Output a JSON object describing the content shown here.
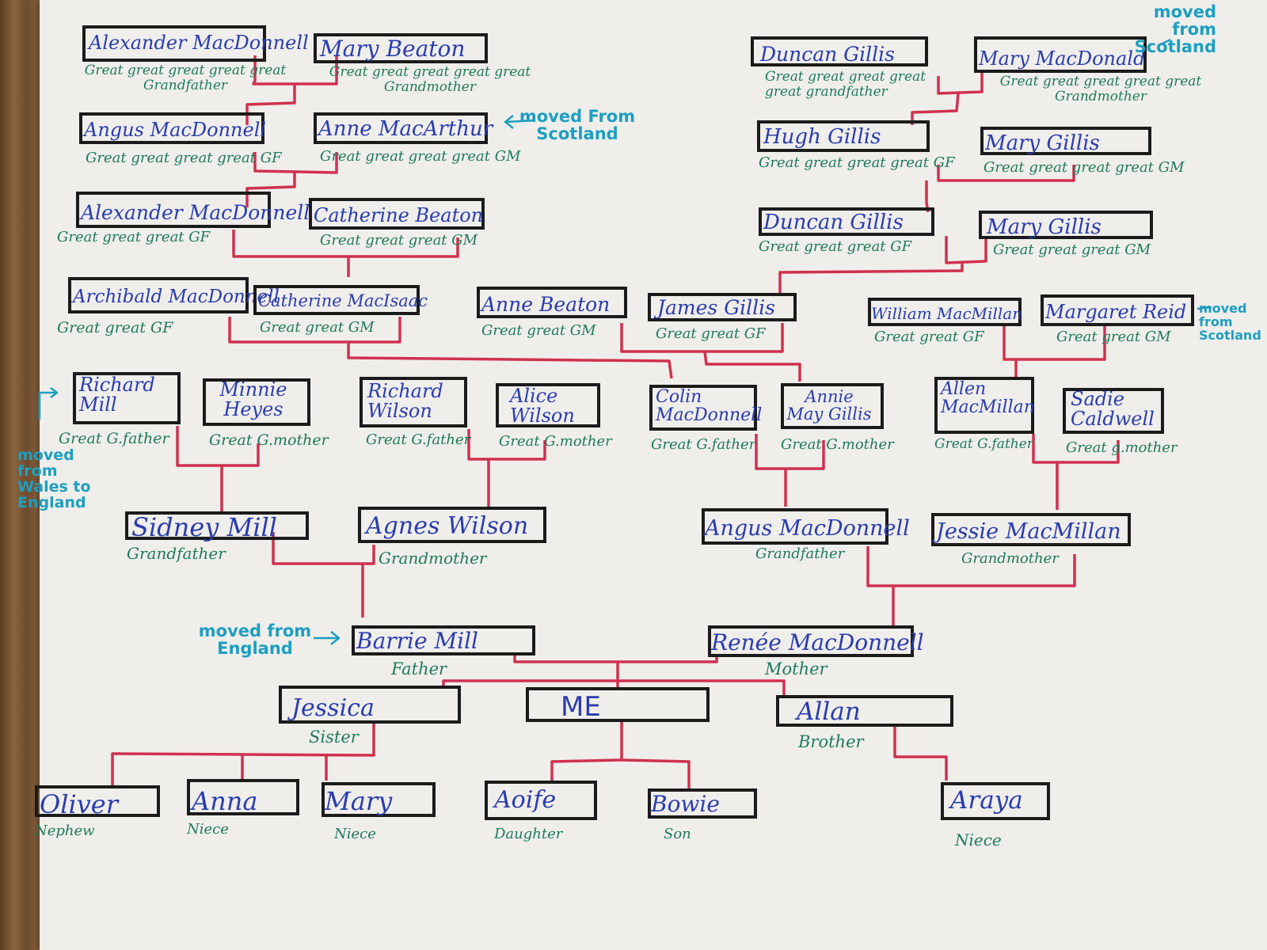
{
  "people": {
    "alexander_macdonnell_1": {
      "name": "Alexander MacDonnell",
      "relation": "Great great great great great Grandfather"
    },
    "mary_beaton": {
      "name": "Mary Beaton",
      "relation": "Great great great great great Grandmother"
    },
    "angus_macdonnell_1": {
      "name": "Angus MacDonnell",
      "relation": "Great great great great GF"
    },
    "anne_macarthur": {
      "name": "Anne MacArthur",
      "relation": "Great great great great GM"
    },
    "alexander_macdonnell_2": {
      "name": "Alexander MacDonnell",
      "relation": "Great great great GF"
    },
    "catherine_beaton": {
      "name": "Catherine Beaton",
      "relation": "Great great great GM"
    },
    "archibald_macdonnell": {
      "name": "Archibald MacDonnell",
      "relation": "Great great GF"
    },
    "catherine_macisaac": {
      "name": "Catherine MacIsaac",
      "relation": "Great great GM"
    },
    "anne_beaton": {
      "name": "Anne Beaton",
      "relation": "Great great GM"
    },
    "james_gillis": {
      "name": "James Gillis",
      "relation": "Great great GF"
    },
    "duncan_gillis_1": {
      "name": "Duncan Gillis",
      "relation": "Great great great great great grandfather"
    },
    "mary_macdonald": {
      "name": "Mary MacDonald",
      "relation": "Great great great great great Grandmother"
    },
    "hugh_gillis": {
      "name": "Hugh Gillis",
      "relation": "Great great great great GF"
    },
    "mary_gillis_1": {
      "name": "Mary Gillis",
      "relation": "Great great great great GM"
    },
    "duncan_gillis_2": {
      "name": "Duncan Gillis",
      "relation": "Great great great GF"
    },
    "mary_gillis_2": {
      "name": "Mary Gillis",
      "relation": "Great great great GM"
    },
    "william_macmillan": {
      "name": "William MacMillan",
      "relation": "Great great GF"
    },
    "margaret_reid": {
      "name": "Margaret Reid",
      "relation": "Great great GM"
    },
    "richard_mill": {
      "name": "Richard Mill",
      "relation": "Great G.father"
    },
    "minnie_heyes": {
      "name": "Minnie Heyes",
      "relation": "Great G.mother"
    },
    "richard_wilson": {
      "name": "Richard Wilson",
      "relation": "Great G.father"
    },
    "alice_wilson": {
      "name": "Alice Wilson",
      "relation": "Great G.mother"
    },
    "colin_macdonnell": {
      "name": "Colin MacDonnell",
      "relation": "Great G.father"
    },
    "annie_may_gillis": {
      "name": "Annie May Gillis",
      "relation": "Great G.mother"
    },
    "allen_macmillan": {
      "name": "Allen MacMillan",
      "relation": "Great G.father"
    },
    "sadie_caldwell": {
      "name": "Sadie Caldwell",
      "relation": "Great g.mother"
    },
    "sidney_mill": {
      "name": "Sidney Mill",
      "relation": "Grandfather"
    },
    "agnes_wilson": {
      "name": "Agnes Wilson",
      "relation": "Grandmother"
    },
    "angus_macdonnell_2": {
      "name": "Angus MacDonnell",
      "relation": "Grandfather"
    },
    "jessie_macmillan": {
      "name": "Jessie MacMillan",
      "relation": "Grandmother"
    },
    "barrie_mill": {
      "name": "Barrie Mill",
      "relation": "Father"
    },
    "renee_macdonnell": {
      "name": "Renée MacDonnell",
      "relation": "Mother"
    },
    "jessica": {
      "name": "Jessica",
      "relation": "Sister"
    },
    "me": {
      "name": "ME",
      "relation": ""
    },
    "allan": {
      "name": "Allan",
      "relation": "Brother"
    },
    "oliver": {
      "name": "Oliver",
      "relation": "Nephew"
    },
    "anna": {
      "name": "Anna",
      "relation": "Niece"
    },
    "mary": {
      "name": "Mary",
      "relation": "Niece"
    },
    "aoife": {
      "name": "Aoife",
      "relation": "Daughter"
    },
    "bowie": {
      "name": "Bowie",
      "relation": "Son"
    },
    "araya": {
      "name": "Araya",
      "relation": "Niece"
    }
  },
  "notes": {
    "moved_from_scotland_top": "moved from Scotland",
    "moved_from_scotland_mid": "moved From Scotland",
    "moved_from_scotland_right": "moved from Scotland",
    "moved_from_wales": "moved from Wales to England",
    "moved_from_england": "moved from England"
  },
  "colors": {
    "box_border": "#1b1b1b",
    "name_ink": "#2a3cae",
    "relation_ink": "#1f7a5a",
    "note_ink": "#1d9fc0",
    "connector": "#d0314e"
  }
}
